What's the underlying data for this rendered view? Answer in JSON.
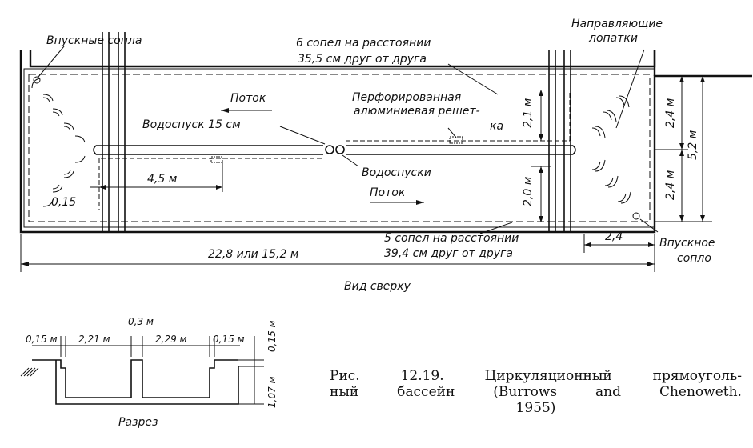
{
  "plan": {
    "inlet_nozzles_top": "Впускные сопла",
    "nozzles_top_line1": "6 сопел на расстоянии",
    "nozzles_top_line2": "35,5 см друг от друга",
    "guide_vanes_line1": "Направляющие",
    "guide_vanes_line2": "лопатки",
    "flow_top": "Поток",
    "flow_bottom": "Поток",
    "grid_line1": "Перфорированная",
    "grid_line2": "алюминиевая решет-",
    "grid_line3": "ка",
    "drain_15": "Водоспуск 15 см",
    "drains": "Водоспуски",
    "dim_2_1": "2,1 м",
    "dim_2_4_top": "2,4 м",
    "dim_5_2": "5,2 м",
    "dim_2_4_bot": "2,4 м",
    "dim_2_0": "2,0 м",
    "dim_4_5": "4,5 м",
    "dim_0_15": "0,15",
    "nozzles_bottom_line1": "5 сопел на расстоянии",
    "nozzles_bottom_line2": "39,4 см друг от друга",
    "dim_2_4_horiz": "2,4",
    "inlet_nozzle_bottom_line1": "Впускное",
    "inlet_nozzle_bottom_line2": "сопло",
    "dim_length": "22,8 или 15,2 м",
    "view_label": "Вид сверху"
  },
  "section": {
    "dim_0_15_left": "0,15 м",
    "dim_2_21": "2,21 м",
    "dim_0_3": "0,3 м",
    "dim_2_29": "2,29 м",
    "dim_0_15_right": "0,15 м",
    "dim_0_15_vert": "0,15 м",
    "dim_1_07": "1,07 м",
    "label": "Разрез"
  },
  "caption": {
    "w1": "Рис.",
    "w2": "12.19.",
    "w3": "Циркуляционный",
    "w4": "прямоуголь-",
    "w5": "ный",
    "w6": "бассейн",
    "w7": "(Burrows",
    "w8": "and",
    "w9": "Chenoweth.",
    "w10": "1955)"
  }
}
